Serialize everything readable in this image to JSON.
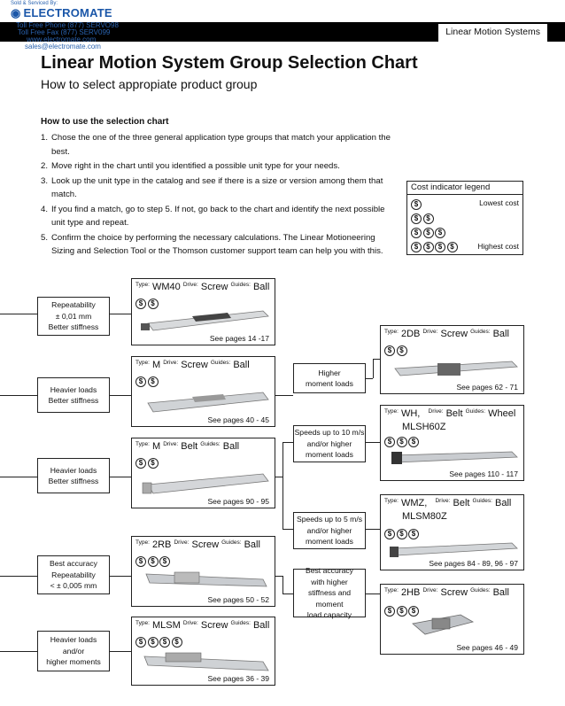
{
  "header": {
    "sold_by": "Sold & Serviced By:",
    "logo": "ELECTROMATE",
    "phone": "Toll Free Phone (877) SERVO98",
    "fax": "Toll Free Fax (877) SERV099",
    "web": "www.electromate.com",
    "email": "sales@electromate.com",
    "section": "Linear Motion Systems"
  },
  "title": "Linear Motion System Group Selection Chart",
  "subtitle": "How to select appropiate product group",
  "howto": {
    "heading": "How to use the selection chart",
    "steps": [
      {
        "num": "1.",
        "text": "Chose the one of the three general application type groups that match your application the best."
      },
      {
        "num": "2.",
        "text": "Move right in the chart until you identified a possible unit type for your needs."
      },
      {
        "num": "3.",
        "text": "Look up the unit type in the catalog and see if there is a size or version among them that match."
      },
      {
        "num": "4.",
        "text": "If you find a match, go to step 5. If not, go back to the chart and identify the next possible unit type and repeat."
      },
      {
        "num": "5.",
        "text": "Confirm the choice by performing the necessary calculations. The Linear Motioneering Sizing and Selection Tool or the Thomson customer support team can help you with this."
      }
    ]
  },
  "legend": {
    "title": "Cost indicator legend",
    "lowest": "Lowest cost",
    "highest": "Highest cost",
    "coin": "$"
  },
  "labels": {
    "type": "Type:",
    "drive": "Drive:",
    "guides": "Guides:"
  },
  "criteria": {
    "c1": [
      "Repeatability",
      "± 0,01 mm",
      "Better stiffness"
    ],
    "c2": [
      "Heavier loads",
      "Better stiffness"
    ],
    "c3": [
      "Heavier loads",
      "Better stiffness"
    ],
    "c4": [
      "Best accuracy",
      "Repeatability",
      "< ± 0,005 mm"
    ],
    "c5": [
      "Heavier loads",
      "and/or",
      "higher moments"
    ],
    "m1": [
      "Higher",
      "moment loads"
    ],
    "m2": [
      "Speeds up to 10 m/s",
      "and/or higher",
      "moment loads"
    ],
    "m3": [
      "Speeds up to 5 m/s",
      "and/or higher",
      "moment loads"
    ],
    "m4": [
      "Best accuracy",
      "with higher",
      "stiffness and moment",
      "load capacity"
    ]
  },
  "products": {
    "wm40": {
      "type": "WM40",
      "drive": "Screw",
      "guides": "Ball",
      "pages": "See pages 14 -17",
      "cost": 2
    },
    "m_screw": {
      "type": "M",
      "drive": "Screw",
      "guides": "Ball",
      "pages": "See pages 40 - 45",
      "cost": 2
    },
    "m_belt": {
      "type": "M",
      "drive": "Belt",
      "guides": "Ball",
      "pages": "See pages 90 - 95",
      "cost": 2
    },
    "2rb": {
      "type": "2RB",
      "drive": "Screw",
      "guides": "Ball",
      "pages": "See pages 50 - 52",
      "cost": 3
    },
    "mlsm": {
      "type": "MLSM",
      "drive": "Screw",
      "guides": "Ball",
      "pages": "See pages 36 - 39",
      "cost": 4
    },
    "2db": {
      "type": "2DB",
      "drive": "Screw",
      "guides": "Ball",
      "pages": "See pages 62 - 71",
      "cost": 2
    },
    "wh": {
      "type": "WH,",
      "type2": "MLSH60Z",
      "drive": "Belt",
      "guides": "Wheel",
      "pages": "See pages 110 - 117",
      "cost": 3
    },
    "wmz": {
      "type": "WMZ,",
      "type2": "MLSM80Z",
      "drive": "Belt",
      "guides": "Ball",
      "pages": "See pages 84 - 89, 96 - 97",
      "cost": 3
    },
    "2hb": {
      "type": "2HB",
      "drive": "Screw",
      "guides": "Ball",
      "pages": "See pages 46 - 49",
      "cost": 3
    }
  }
}
